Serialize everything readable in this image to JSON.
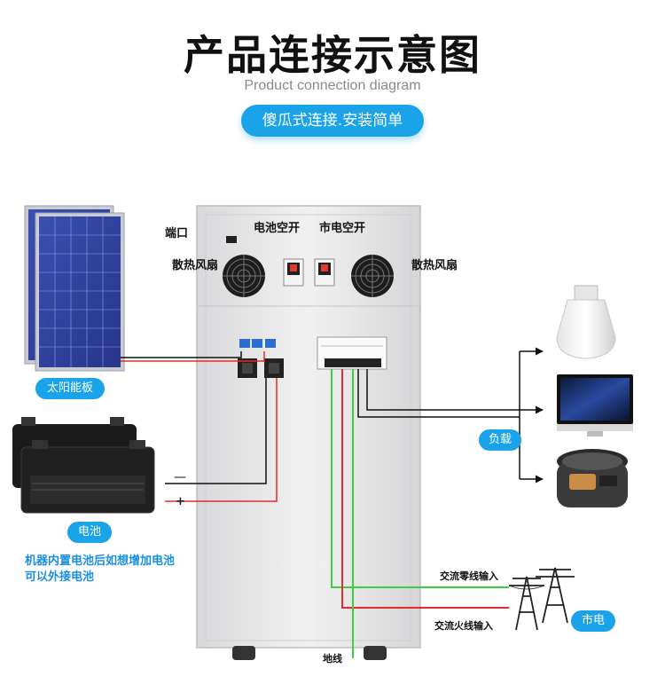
{
  "header": {
    "title": "产品连接示意图",
    "subtitle": "Product connection diagram",
    "badge": "傻瓜式连接.安装简单"
  },
  "cabinet": {
    "port_label": "端口",
    "battery_breaker_label": "电池空开",
    "mains_breaker_label": "市电空开",
    "fan_left_label": "散热风扇",
    "fan_right_label": "散热风扇"
  },
  "solar": {
    "label": "太阳能板"
  },
  "battery": {
    "label": "电池",
    "minus_sign": "—",
    "plus_sign": "+",
    "note_line1": "机器内置电池后如想增加电池",
    "note_line2": "可以外接电池"
  },
  "load": {
    "label": "负载"
  },
  "grid": {
    "label": "市电",
    "neutral_label": "交流零线输入",
    "live_label": "交流火线输入",
    "ground_label": "地线"
  },
  "colors": {
    "accent": "#1aa3e8",
    "wire_red": "#e52b2b",
    "wire_green": "#3ccf3c",
    "wire_black": "#111111",
    "cabinet": "#e9e9ea"
  }
}
